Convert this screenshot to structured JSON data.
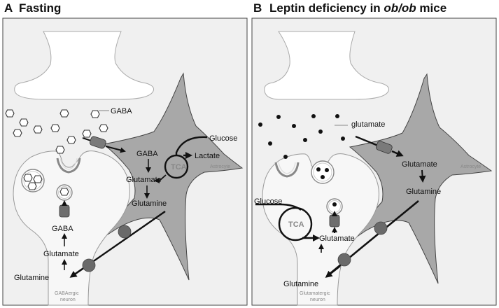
{
  "panel_a": {
    "letter": "A",
    "title": "Fasting",
    "labels": {
      "gaba_top": "GABA",
      "glucose": "Glucose",
      "lactate": "Lactate",
      "gaba_astro": "GABA",
      "tca": "TCA",
      "glutamate_astro": "Glutamate",
      "glutamine_astro": "Glutamine",
      "astrocyte": "Astrocyte",
      "gaba_neuron": "GABA",
      "glutamate_neuron": "Glutamate",
      "glutamine_neuron": "Glutamine",
      "neuron_line1": "GABAergic",
      "neuron_line2": "neuron"
    }
  },
  "panel_b": {
    "letter": "B",
    "title_prefix": "Leptin deficiency in ",
    "title_italic": "ob/ob",
    "title_suffix": " mice",
    "labels": {
      "glutamate_top": "glutamate",
      "glutamate_astro": "Glutamate",
      "astrocyte": "Astrocyte",
      "glutamine_astro": "Glutamine",
      "glucose": "Glucose",
      "tca": "TCA",
      "glutamate_neuron": "Glutamate",
      "glutamine_neuron": "Glutamine",
      "neuron_line1": "Glutamatergic",
      "neuron_line2": "neuron"
    }
  },
  "colors": {
    "panel_bg": "#f0f0f0",
    "astrocyte": "#a8a8a8",
    "neuron": "#f7f7f7",
    "transporter": "#7a7a7a",
    "receptor": "#6e6e6e",
    "stroke": "#222222"
  }
}
